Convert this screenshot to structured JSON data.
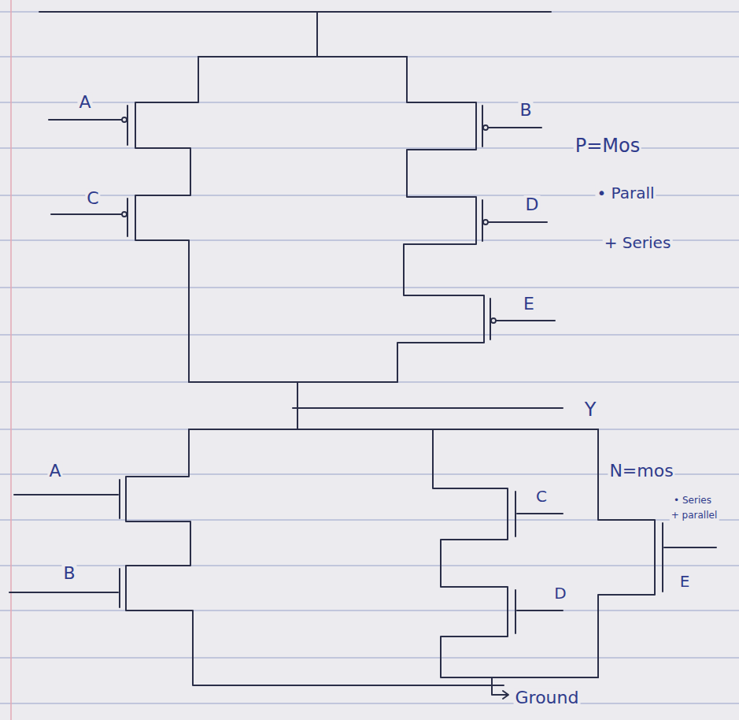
{
  "diagram": {
    "labels": [
      "A",
      "B",
      "P=Mos",
      "C",
      "D",
      "• Parall",
      "+ Series",
      "E",
      "Y",
      "A",
      "N=mos",
      "C",
      "• Series",
      "+ parallel",
      "E",
      "B",
      "D",
      "Ground"
    ]
  }
}
